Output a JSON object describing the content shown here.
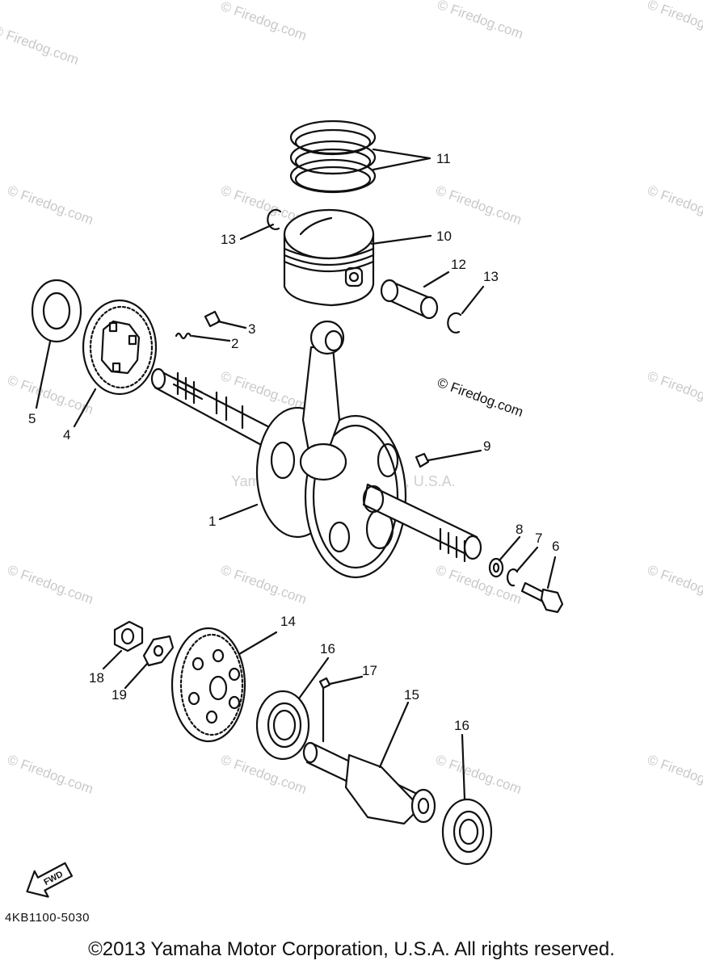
{
  "watermarks": {
    "site": "© Firedog.com",
    "center": "Yamaha Motor Corporation, U.S.A."
  },
  "callouts": {
    "c1": "1",
    "c2": "2",
    "c3": "3",
    "c4": "4",
    "c5": "5",
    "c6": "6",
    "c7": "7",
    "c8": "8",
    "c9": "9",
    "c10": "10",
    "c11": "11",
    "c12": "12",
    "c13a": "13",
    "c13b": "13",
    "c14": "14",
    "c15": "15",
    "c16a": "16",
    "c16b": "16",
    "c17": "17",
    "c18": "18",
    "c19": "19"
  },
  "direction_badge": "FWD",
  "diagram_code": "4KB1100-5030",
  "copyright": "©2013 Yamaha Motor Corporation, U.S.A. All rights reserved."
}
